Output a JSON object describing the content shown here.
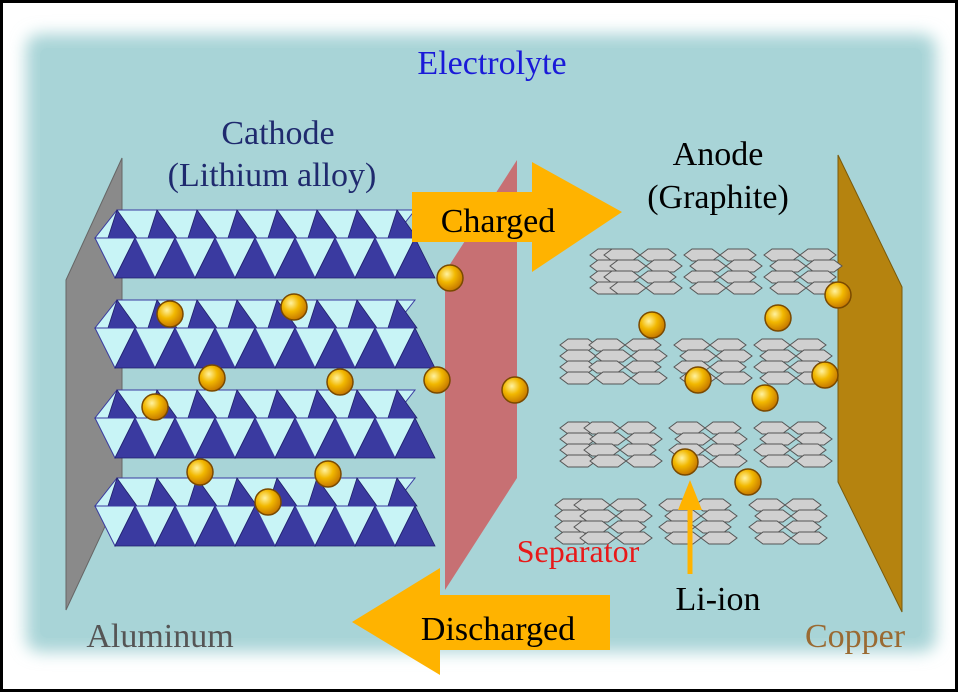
{
  "labels": {
    "electrolyte": "Electrolyte",
    "cathode_line1": "Cathode",
    "cathode_line2": "(Lithium alloy)",
    "anode_line1": "Anode",
    "anode_line2": "(Graphite)",
    "charged": "Charged",
    "discharged": "Discharged",
    "separator": "Separator",
    "li_ion": "Li-ion",
    "aluminum": "Aluminum",
    "copper": "Copper"
  },
  "colors": {
    "electrolyte": "#a8d4d7",
    "electrolyte_label": "#1a1ad8",
    "cathode_label": "#1f2a6e",
    "separator": "#c86a6e",
    "separator_label": "#e81a1a",
    "arrow": "#ffb300",
    "aluminum_plate": "#8a8a8a",
    "aluminum_label": "#555555",
    "copper_plate": "#b5830f",
    "copper_label": "#9a6a32",
    "cathode_dark": "#3a3aa0",
    "cathode_light": "#c8f4f6",
    "graphite": "#d0d0d0",
    "ion": "#f0b000"
  }
}
